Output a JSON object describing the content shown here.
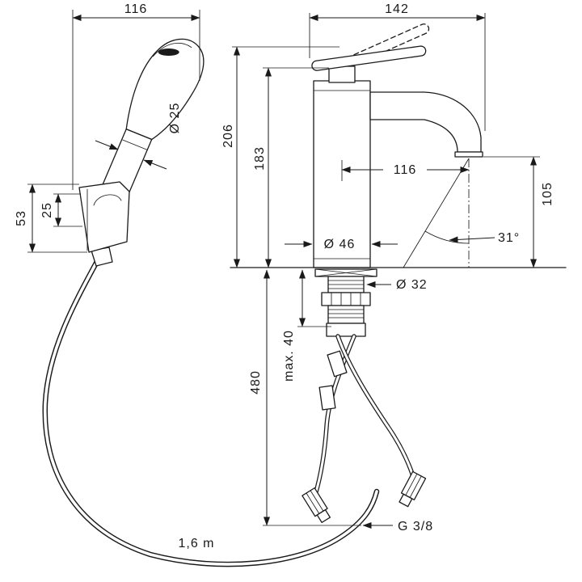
{
  "dimensions": {
    "shower_overall_width": "116",
    "faucet_depth": "142",
    "handle_diameter": "Ø 25",
    "holder_height": "53",
    "holder_inset": "25",
    "total_height": "206",
    "body_height": "183",
    "spout_reach": "116",
    "spout_height": "105",
    "spout_angle": "31°",
    "body_diameter": "Ø 46",
    "shank_diameter": "Ø 32",
    "max_deck_thickness": "max. 40",
    "below_deck_height": "480",
    "hose_length": "1,6 m",
    "connection_thread": "G 3/8"
  },
  "colors": {
    "line": "#1a1a1a",
    "background": "#ffffff"
  }
}
